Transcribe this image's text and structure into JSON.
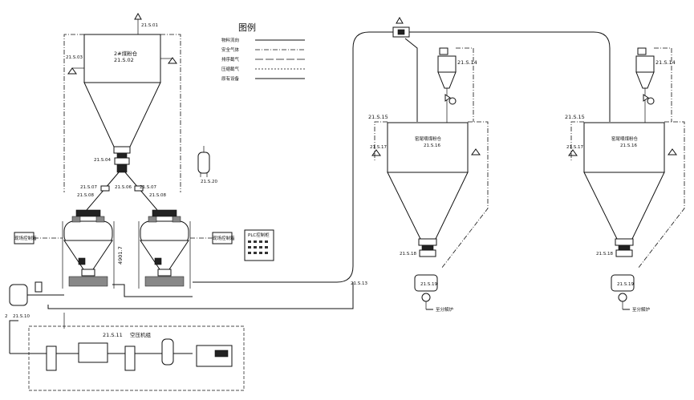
{
  "legend": {
    "title": "图例",
    "items": [
      "物料流向",
      "安全气体",
      "排序截气",
      "压缩截气",
      "原有设备"
    ]
  },
  "labels": {
    "silo_top_tag": "21.S.01",
    "silo_name": "2#煤粉仓",
    "silo_code": "21.S.02",
    "silo_left_tag": "21.S.03",
    "silo_bottom_tag": "21.S.04",
    "valve_l1": "21.S.07",
    "valve_l2": "21.S.06",
    "valve_r1": "21.S.07",
    "valve_r2": "21.S.08",
    "valve_ll": "21.S.08",
    "valve_rr": "21.S.08",
    "tank_tag": "21.S.20",
    "height": "4901.7",
    "plc": "PLC控制柜",
    "left_box": "现场控制箱",
    "mid_box": "现场控制箱",
    "air_receiver_tag": "21.S.10",
    "air_receiver_num": "2",
    "compressor_tag": "21.S.11",
    "compressor_name": "空压机组",
    "pipeline_tag": "21.S.13",
    "cyclone_l": "21.S.14",
    "cyclone_r": "21.S.14",
    "recv_l_tag": "21.S.15",
    "recv_r_tag": "21.S.15",
    "recv_l_name": "窑尾喂煤粉仓",
    "recv_r_name": "窑尾喂煤粉仓",
    "recv_l_code": "21.S.16",
    "recv_r_code": "21.S.16",
    "recv_l_side": "21.S.17",
    "recv_r_side": "21.S.17",
    "recv_l_bottom": "21.S.18",
    "recv_r_bottom": "21.S.18",
    "feeder_l": "21.S.19",
    "feeder_r": "21.S.19",
    "dest_l": "至分解炉",
    "dest_r": "至分解炉"
  }
}
